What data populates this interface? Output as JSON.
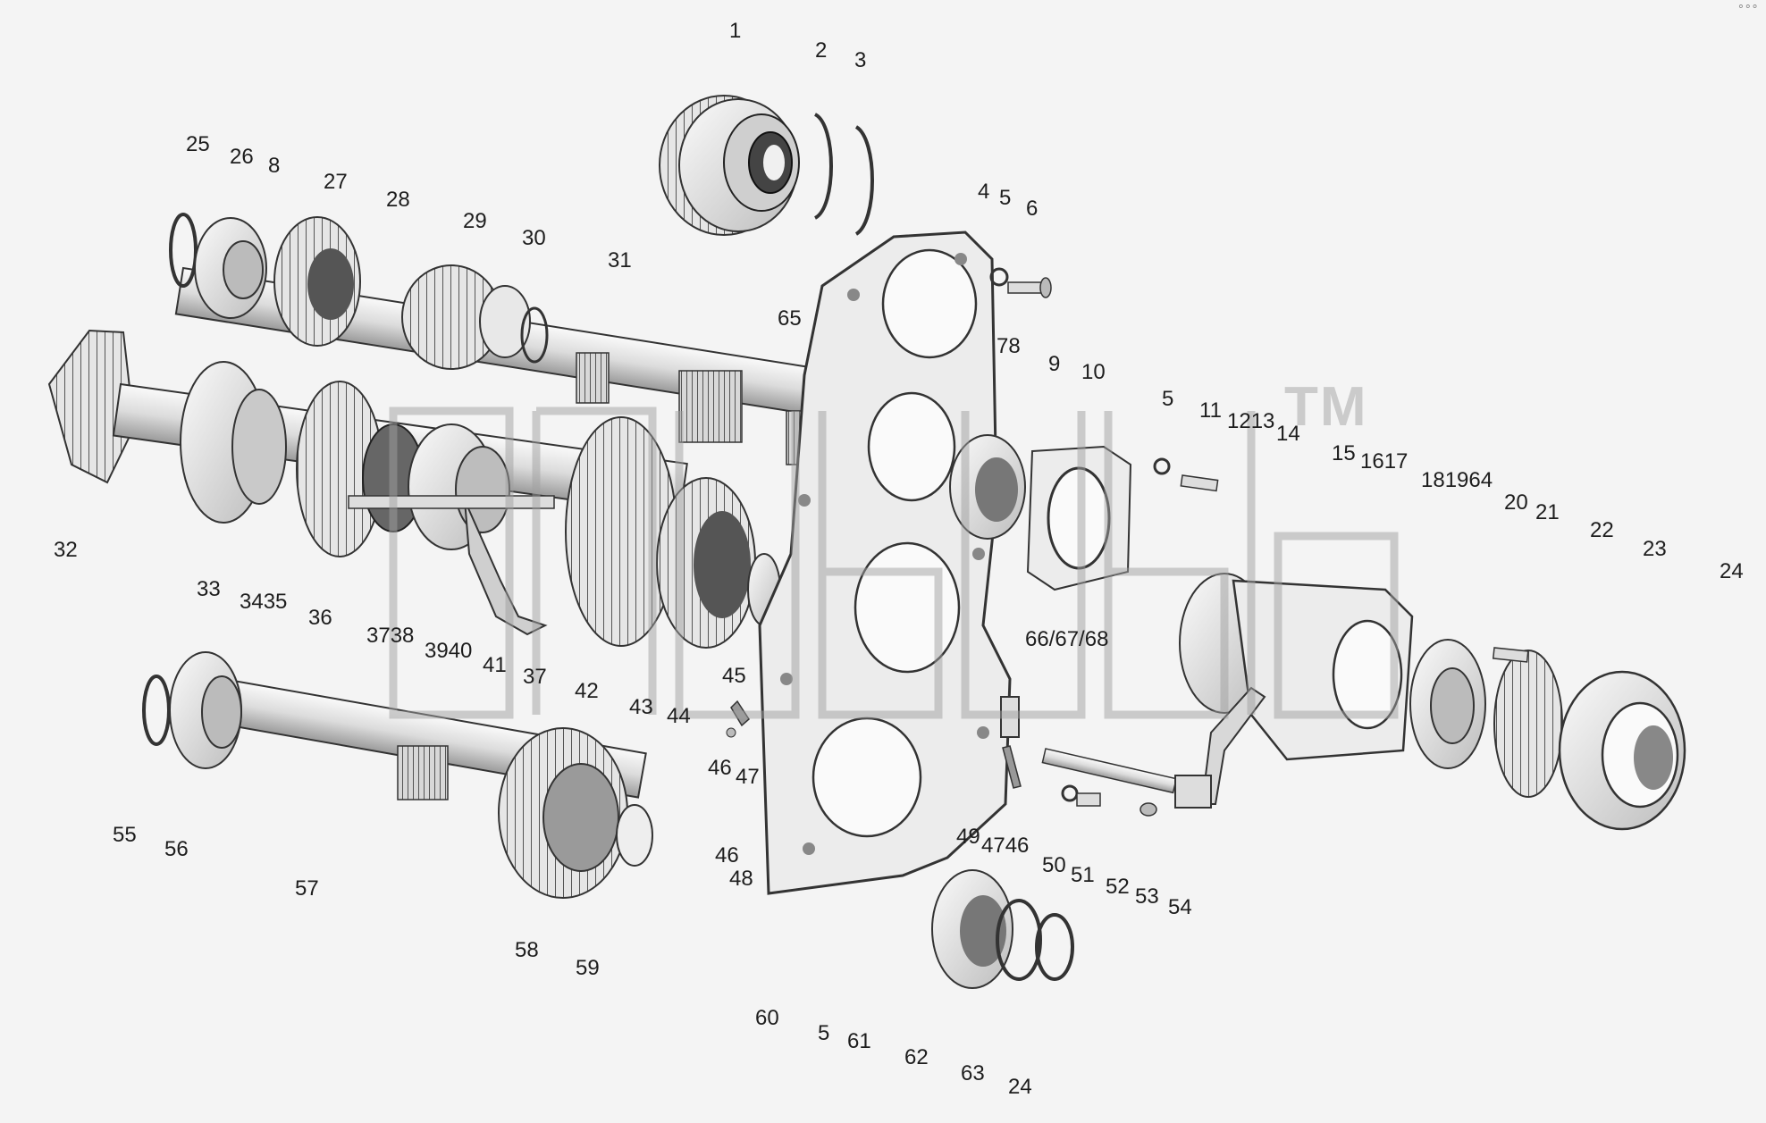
{
  "watermark": {
    "text": "TM",
    "color": "#aaaaaa"
  },
  "corner_mark": "°°°",
  "labels": [
    {
      "id": "l1",
      "text": "1"
    },
    {
      "id": "l2",
      "text": "2"
    },
    {
      "id": "l3",
      "text": "3"
    },
    {
      "id": "l25",
      "text": "25"
    },
    {
      "id": "l26",
      "text": "26"
    },
    {
      "id": "l8a",
      "text": "8"
    },
    {
      "id": "l27",
      "text": "27"
    },
    {
      "id": "l28",
      "text": "28"
    },
    {
      "id": "l29",
      "text": "29"
    },
    {
      "id": "l30",
      "text": "30"
    },
    {
      "id": "l31",
      "text": "31"
    },
    {
      "id": "l4",
      "text": "4"
    },
    {
      "id": "l5a",
      "text": "5"
    },
    {
      "id": "l6",
      "text": "6"
    },
    {
      "id": "l65",
      "text": "65"
    },
    {
      "id": "l78",
      "text": "78"
    },
    {
      "id": "l9",
      "text": "9"
    },
    {
      "id": "l10",
      "text": "10"
    },
    {
      "id": "l5b",
      "text": "5"
    },
    {
      "id": "l11",
      "text": "11"
    },
    {
      "id": "l1213",
      "text": "1213"
    },
    {
      "id": "l14",
      "text": "14"
    },
    {
      "id": "l15",
      "text": "15"
    },
    {
      "id": "l1617",
      "text": "1617"
    },
    {
      "id": "l181964",
      "text": "181964"
    },
    {
      "id": "l20",
      "text": "20"
    },
    {
      "id": "l21",
      "text": "21"
    },
    {
      "id": "l22",
      "text": "22"
    },
    {
      "id": "l23",
      "text": "23"
    },
    {
      "id": "l24a",
      "text": "24"
    },
    {
      "id": "l32",
      "text": "32"
    },
    {
      "id": "l33",
      "text": "33"
    },
    {
      "id": "l3435",
      "text": "3435"
    },
    {
      "id": "l36",
      "text": "36"
    },
    {
      "id": "l3738",
      "text": "3738"
    },
    {
      "id": "l3940",
      "text": "3940"
    },
    {
      "id": "l41",
      "text": "41"
    },
    {
      "id": "l37b",
      "text": "37"
    },
    {
      "id": "l42",
      "text": "42"
    },
    {
      "id": "l43",
      "text": "43"
    },
    {
      "id": "l44",
      "text": "44"
    },
    {
      "id": "l45",
      "text": "45"
    },
    {
      "id": "l666768",
      "text": "66/67/68"
    },
    {
      "id": "l46a",
      "text": "46"
    },
    {
      "id": "l47a",
      "text": "47"
    },
    {
      "id": "l46b",
      "text": "46"
    },
    {
      "id": "l48",
      "text": "48"
    },
    {
      "id": "l49",
      "text": "49"
    },
    {
      "id": "l4746",
      "text": "4746"
    },
    {
      "id": "l50",
      "text": "50"
    },
    {
      "id": "l51",
      "text": "51"
    },
    {
      "id": "l52",
      "text": "52"
    },
    {
      "id": "l53",
      "text": "53"
    },
    {
      "id": "l54",
      "text": "54"
    },
    {
      "id": "l55",
      "text": "55"
    },
    {
      "id": "l56",
      "text": "56"
    },
    {
      "id": "l57",
      "text": "57"
    },
    {
      "id": "l58",
      "text": "58"
    },
    {
      "id": "l59",
      "text": "59"
    },
    {
      "id": "l60",
      "text": "60"
    },
    {
      "id": "l5c",
      "text": "5"
    },
    {
      "id": "l61",
      "text": "61"
    },
    {
      "id": "l62",
      "text": "62"
    },
    {
      "id": "l63",
      "text": "63"
    },
    {
      "id": "l24b",
      "text": "24"
    }
  ]
}
